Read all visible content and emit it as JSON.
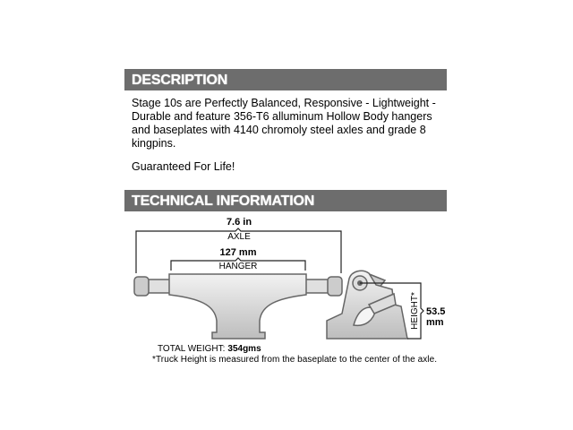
{
  "description": {
    "heading": "DESCRIPTION",
    "paragraph": "Stage 10s are Perfectly Balanced, Responsive - Lightweight - Durable and feature 356-T6 alluminum Hollow Body hangers and baseplates with 4140 chromoly steel axles and grade 8 kingpins.",
    "tagline": "Guaranteed For Life!"
  },
  "technical": {
    "heading": "TECHNICAL INFORMATION",
    "axle_value": "7.6 in",
    "axle_label": "AXLE",
    "hanger_value": "127 mm",
    "hanger_label": "HANGER",
    "height_label": "HEIGHT*",
    "height_value_1": "53.5",
    "height_value_2": "mm",
    "weight_label": "TOTAL WEIGHT:",
    "weight_value": "354gms",
    "footnote": "*Truck Height is measured from the baseplate to the center of the axle."
  }
}
